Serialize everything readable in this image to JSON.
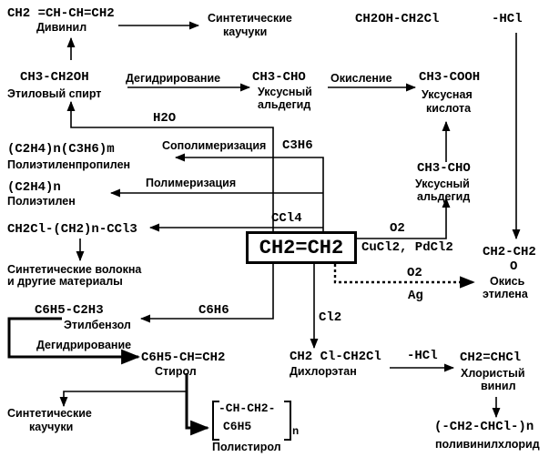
{
  "divinyl": {
    "formula": "CH2 =CH-CH=CH2",
    "name": "Дивинил"
  },
  "synthetic_rubber_top": {
    "line1": "Синтетические",
    "line2": "каучуки"
  },
  "ethanol": {
    "formula": "CH3-CH2OH",
    "name": "Этиловый спирт"
  },
  "dehydrogenation_top": "Дегидрирование",
  "acetaldehyde_top": {
    "formula": "CH3-CHO",
    "line1": "Уксусный",
    "line2": "альдегид"
  },
  "oxidation": "Окисление",
  "acetic_acid": {
    "formula": "CH3-COOH",
    "line1": "Уксусная",
    "line2": "кислота"
  },
  "chlorohydrin": {
    "formula": "CH2OH-CH2Cl",
    "reagent": "-HCl"
  },
  "water": "H2O",
  "copolymerization": {
    "label": "Сополимеризация",
    "reagent": "C3H6"
  },
  "polyethylene_propylene": {
    "formula": "(C2H4)n(C3H6)m",
    "name": "Полиэтиленпропилен"
  },
  "polymerization": "Полимеризация",
  "polyethylene": {
    "formula": "(C2H4)n",
    "name": "Полиэтилен"
  },
  "telomer": {
    "formula": "CH2Cl-(CH2)n-CCl3",
    "reagent": "CCl4"
  },
  "fibers": {
    "line1": "Синтетические волокна",
    "line2": "и другие материалы"
  },
  "acetaldehyde_right": {
    "formula": "CH3-CHO",
    "line1": "Уксусный",
    "line2": "альдегид"
  },
  "ethylene": "CH2=CH2",
  "oxygen_catalysts": {
    "oxygen": "O2",
    "catalysts": "CuCl2, PdCl2"
  },
  "ethylene_oxide": {
    "formula": "CH2-CH2",
    "bridge": "O",
    "line1": "Окись",
    "line2": "этилена"
  },
  "silver_oxidation": {
    "oxygen": "O2",
    "catalyst": "Ag"
  },
  "benzene": "C6H6",
  "ethylbenzene": {
    "formula": "C6H5-C2H3",
    "name": "Этилбензол"
  },
  "dehydrogenation_left": "Дегидрирование",
  "styrene": {
    "formula": "C6H5-CH=CH2",
    "name": "Стирол"
  },
  "chlorine": "Cl2",
  "dichloroethane": {
    "formula": "CH2 Cl-CH2Cl",
    "name": "Дихлорэтан"
  },
  "hcl_elimination": "-HCl",
  "vinyl_chloride": {
    "formula": "CH2=CHCl",
    "line1": "Хлористый",
    "line2": "винил"
  },
  "synthetic_rubber_bottom": {
    "line1": "Синтетические",
    "line2": "каучуки"
  },
  "polystyrene": {
    "unit_top": "-CH-CH2-",
    "unit_side": "C6H5",
    "subscript": "n",
    "name": "Полистирол"
  },
  "pvc": {
    "formula": "(-CH2-CHCl-)n",
    "name": "поливинилхлорид"
  }
}
